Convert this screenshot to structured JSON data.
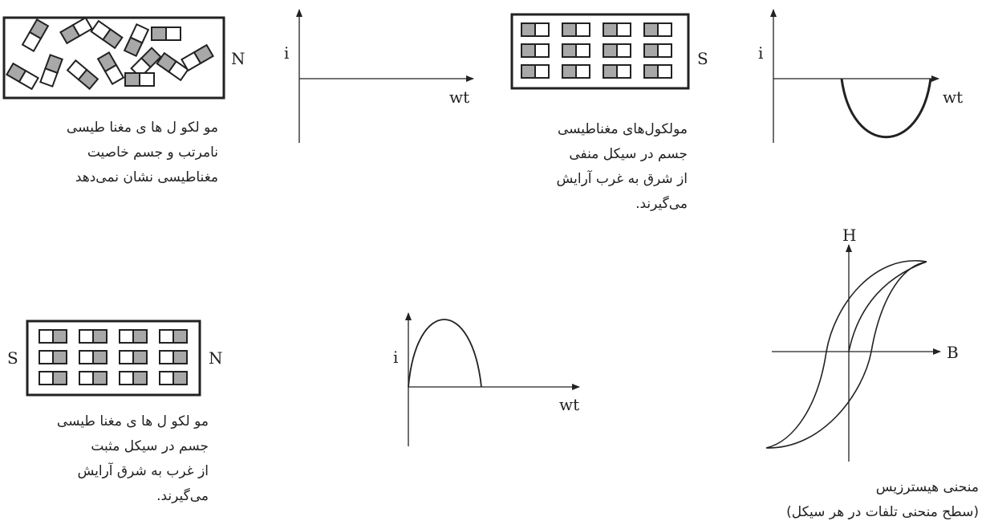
{
  "labels": {
    "pole_N": "N",
    "pole_S": "S",
    "current_axis": "i",
    "time_axis": "wt",
    "hyst_y": "H",
    "hyst_x": "B"
  },
  "captions": {
    "random": [
      "مو لکو ل ها ی  مغنا طیسی",
      "نامرتب و جسم خاصیت",
      "مغناطیسی نشان نمی‌دهد"
    ],
    "negative": [
      "مولکول‌های مغناطیسی",
      "جسم در سیکل منفی",
      "از شرق به غرب آرایش",
      "می‌گیرند."
    ],
    "positive": [
      "مو لکو ل ها ی  مغنا طیسی",
      "جسم در سیکل مثبت",
      "از غرب به شرق آرایش",
      "می‌گیرند."
    ],
    "hysteresis": [
      "منحنی هیسترزیس",
      "(سطح منحنی تلفات در هر سیکل)"
    ]
  },
  "colors": {
    "ink": "#222222",
    "fill": "#a8a8a8"
  }
}
